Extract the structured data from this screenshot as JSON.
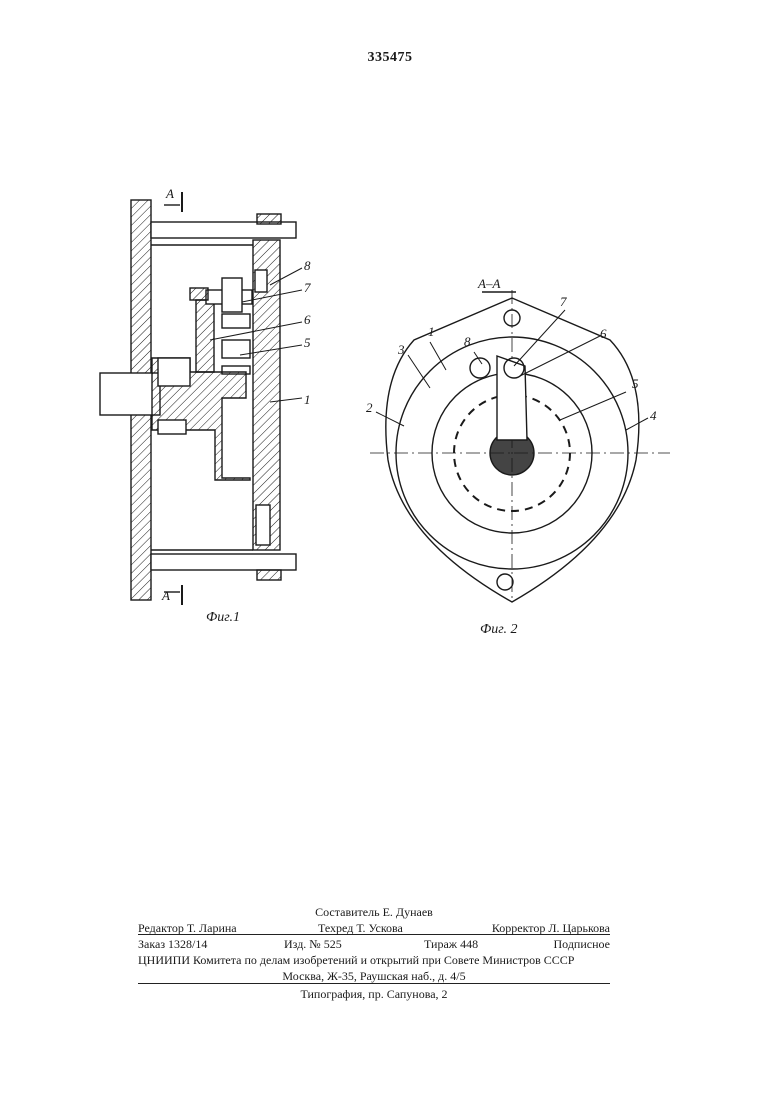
{
  "patent_number": "335475",
  "fig1": {
    "caption": "Фиг.1",
    "section_mark_top": "A",
    "section_mark_bottom": "A",
    "labels": [
      "8",
      "7",
      "6",
      "5",
      "1"
    ]
  },
  "fig2": {
    "caption": "Фиг. 2",
    "section_title": "A–A",
    "labels": [
      "7",
      "8",
      "1",
      "6",
      "3",
      "5",
      "2",
      "4"
    ]
  },
  "imprint": {
    "compiler": "Составитель Е. Дунаев",
    "editor": "Редактор Т. Ларина",
    "techred": "Техред Т. Ускова",
    "corrector": "Корректор Л. Царькова",
    "order": "Заказ 1328/14",
    "edition": "Изд. № 525",
    "circulation": "Тираж 448",
    "subscription": "Подписное",
    "org_line1": "ЦНИИПИ Комитета по делам изобретений и открытий при Совете Министров СССР",
    "org_line2": "Москва, Ж-35, Раушская наб., д. 4/5",
    "printer": "Типография, пр. Сапунова, 2"
  },
  "colors": {
    "ink": "#1a1a1a",
    "paper": "#ffffff"
  }
}
